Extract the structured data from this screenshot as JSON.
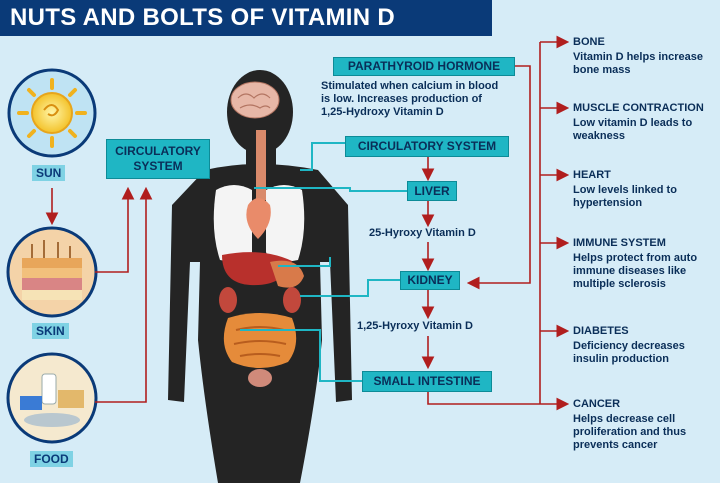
{
  "title": "NUTS AND BOLTS OF VITAMIN D",
  "sources": {
    "sun": "SUN",
    "skin": "SKIN",
    "food": "FOOD",
    "circulatory_left": [
      "CIRCULATORY",
      "SYSTEM"
    ]
  },
  "pathway": {
    "parathyroid": {
      "label": "PARATHYROID HORMONE",
      "desc": [
        "Stimulated when calcium in blood",
        "is low. Increases production of",
        "1,25-Hydroxy Vitamin D"
      ]
    },
    "circulatory": "CIRCULATORY SYSTEM",
    "liver": "LIVER",
    "step1": "25-Hyroxy Vitamin D",
    "kidney": "KIDNEY",
    "step2": "1,25-Hyroxy Vitamin D",
    "small_intestine": "SMALL INTESTINE"
  },
  "effects": [
    {
      "title": "BONE",
      "desc": [
        "Vitamin D helps increase",
        "bone mass"
      ]
    },
    {
      "title": "MUSCLE CONTRACTION",
      "desc": [
        "Low vitamin D leads to",
        "weakness"
      ]
    },
    {
      "title": "HEART",
      "desc": [
        "Low levels linked to",
        "hypertension"
      ]
    },
    {
      "title": "IMMUNE SYSTEM",
      "desc": [
        "Helps protect from auto",
        "immune diseases like",
        "multiple sclerosis"
      ]
    },
    {
      "title": "DIABETES",
      "desc": [
        "Deficiency decreases",
        "insulin production"
      ]
    },
    {
      "title": "CANCER",
      "desc": [
        "Helps decrease cell",
        "proliferation and thus",
        "prevents cancer"
      ]
    }
  ],
  "colors": {
    "title_bg": "#0a3a78",
    "box": "#1fb6c4",
    "arrow": "#b01e1e",
    "text": "#0a2e58",
    "background": "#d6ecf7"
  }
}
